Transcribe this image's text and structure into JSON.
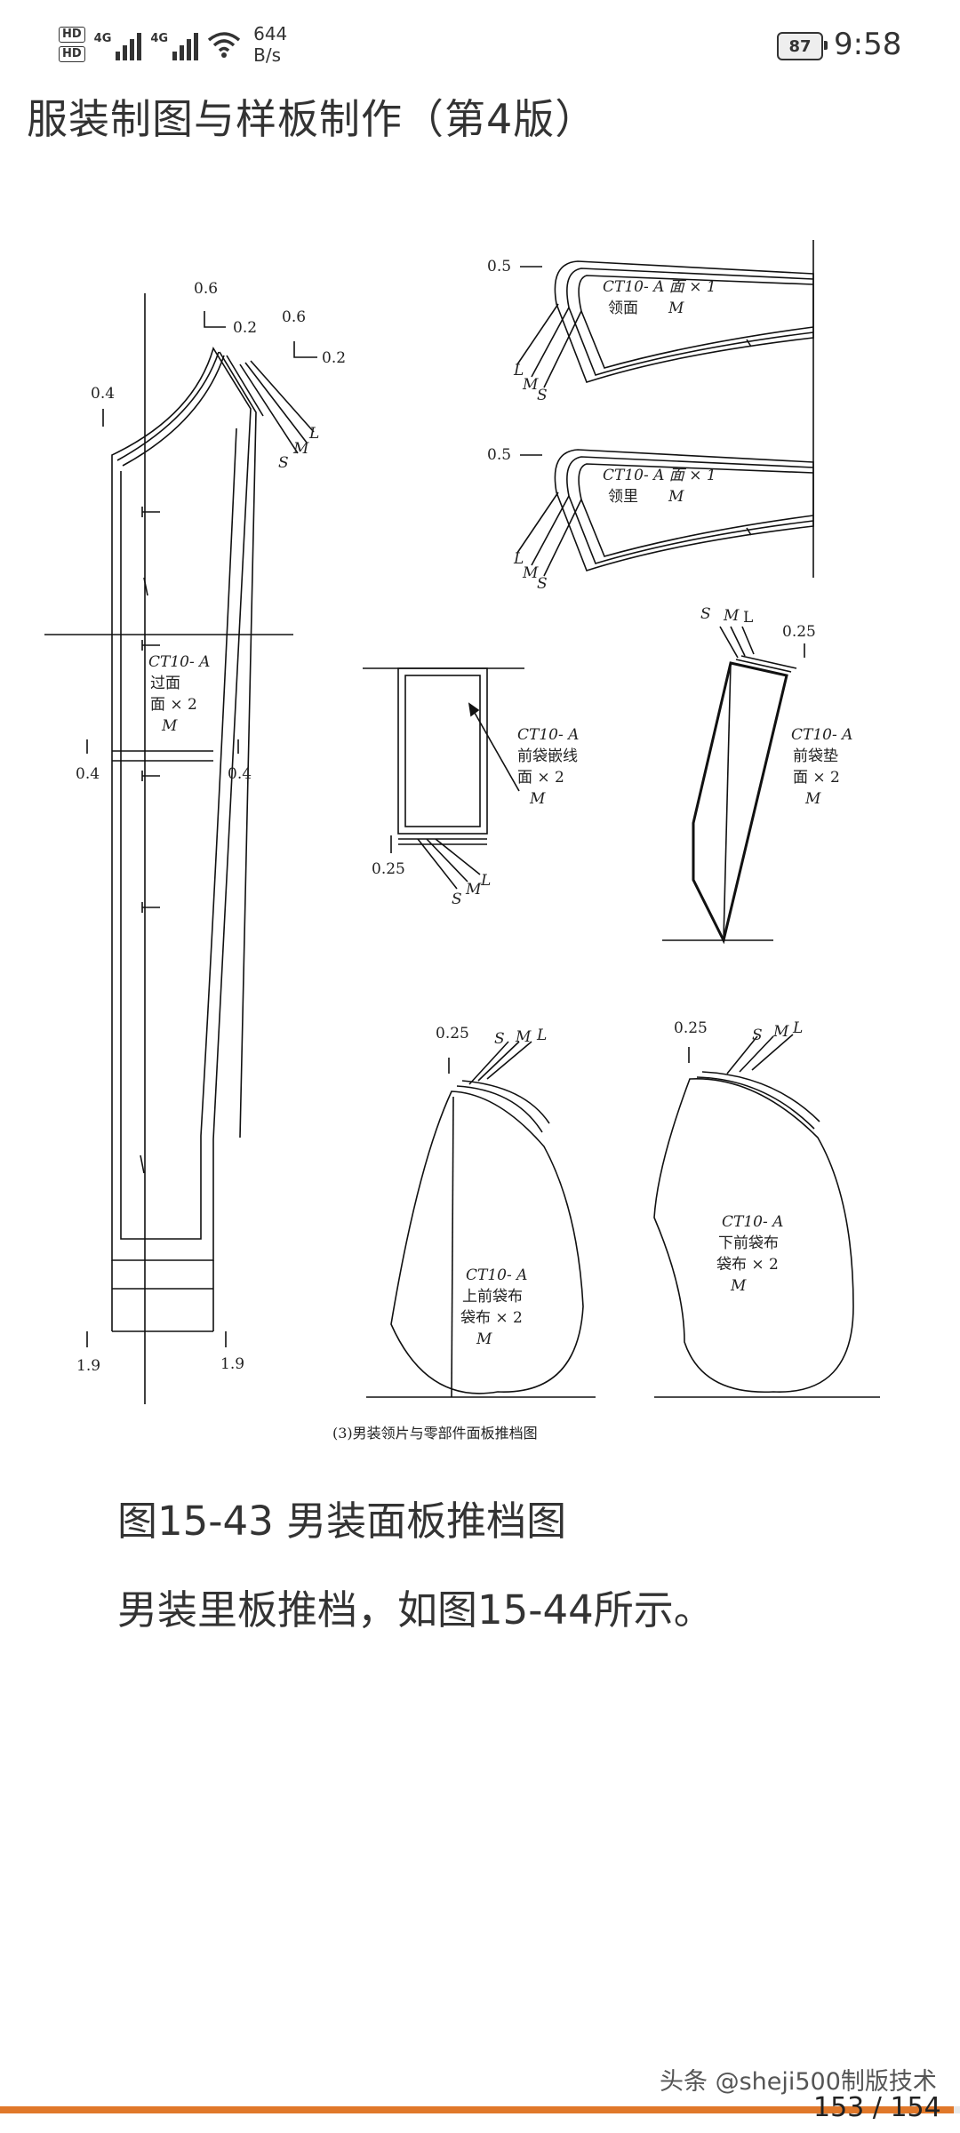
{
  "status_bar": {
    "hd1": "HD",
    "hd2": "HD",
    "net1": "4G",
    "net2": "4G",
    "speed_value": "644",
    "speed_unit": "B/s",
    "battery": "87",
    "time": "9:58"
  },
  "book": {
    "title": "服装制图与样板制作（第4版）"
  },
  "figure": {
    "icons": [
      "signal-icon",
      "wifi-icon",
      "battery-icon"
    ],
    "labels": {
      "facing_code": "CT10- A",
      "facing_name": "过面",
      "facing_qty": "面 × 2",
      "facing_size": "M",
      "collar_top_code": "CT10- A  面 × 1",
      "collar_top_name": "领面",
      "collar_top_size": "M",
      "collar_under_code": "CT10- A  面 × 1",
      "collar_under_name": "领里",
      "collar_under_size": "M",
      "welt_code": "CT10- A",
      "welt_name": "前袋嵌线",
      "welt_qty": "面 × 2",
      "welt_size": "M",
      "pad_code": "CT10- A",
      "pad_name": "前袋垫",
      "pad_qty": "面 × 2",
      "pad_size": "M",
      "upper_bag_code": "CT10- A",
      "upper_bag_name": "上前袋布",
      "upper_bag_qty": "袋布 × 2",
      "upper_bag_size": "M",
      "lower_bag_code": "CT10- A",
      "lower_bag_name": "下前袋布",
      "lower_bag_qty": "袋布 × 2",
      "lower_bag_size": "M",
      "s": "S",
      "m": "M",
      "l": "L",
      "v06": "0.6",
      "v02": "0.2",
      "v04": "0.4",
      "v05": "0.5",
      "v025": "0.25",
      "v19": "1.9",
      "sub_caption": "(3)男装领片与零部件面板推档图"
    }
  },
  "content": {
    "caption": "图15-43 男装面板推档图",
    "paragraph": "男装里板推档，如图15-44所示。"
  },
  "footer": {
    "watermark": "头条 @sheji500制版技术",
    "page_indicator": "153 / 154",
    "progress_fraction": 0.9935,
    "progress_color": "#e0782a"
  }
}
